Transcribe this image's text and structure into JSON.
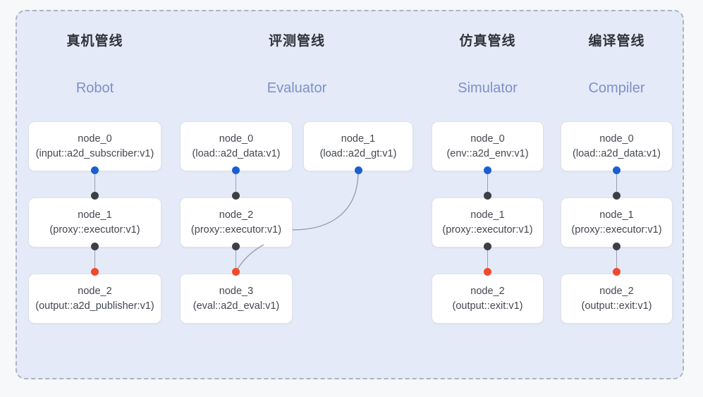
{
  "frame": {
    "border_color": "#adb3c2",
    "background": "#e4eaf7",
    "page_background": "#f7f8fa"
  },
  "palette": {
    "dot_blue": "#1a5fd1",
    "dot_dark": "#3c3f44",
    "dot_red": "#ef4a2e",
    "edge": "#9aa0ad",
    "title": "#30333a",
    "subtitle": "#7e90c6",
    "node_text": "#43474f",
    "node_border": "#dfe2ea"
  },
  "columns": [
    {
      "title": "真机管线",
      "subtitle": "Robot",
      "nodes": [
        {
          "name": "node_0",
          "spec": "(input::a2d_subscriber:v1)"
        },
        {
          "name": "node_1",
          "spec": "(proxy::executor:v1)"
        },
        {
          "name": "node_2",
          "spec": "(output::a2d_publisher:v1)"
        }
      ]
    },
    {
      "title": "评测管线",
      "subtitle": "Evaluator",
      "nodes": [
        {
          "name": "node_0",
          "spec": "(load::a2d_data:v1)"
        },
        {
          "name": "node_1",
          "spec": "(load::a2d_gt:v1)"
        },
        {
          "name": "node_2",
          "spec": "(proxy::executor:v1)"
        },
        {
          "name": "node_3",
          "spec": "(eval::a2d_eval:v1)"
        }
      ]
    },
    {
      "title": "仿真管线",
      "subtitle": "Simulator",
      "nodes": [
        {
          "name": "node_0",
          "spec": "(env::a2d_env:v1)"
        },
        {
          "name": "node_1",
          "spec": "(proxy::executor:v1)"
        },
        {
          "name": "node_2",
          "spec": "(output::exit:v1)"
        }
      ]
    },
    {
      "title": "编译管线",
      "subtitle": "Compiler",
      "nodes": [
        {
          "name": "node_0",
          "spec": "(load::a2d_data:v1)"
        },
        {
          "name": "node_1",
          "spec": "(proxy::executor:v1)"
        },
        {
          "name": "node_2",
          "spec": "(output::exit:v1)"
        }
      ]
    }
  ]
}
